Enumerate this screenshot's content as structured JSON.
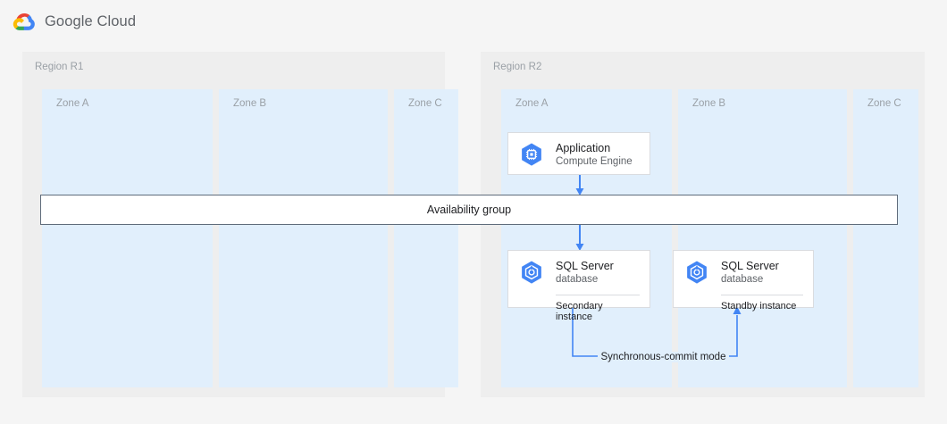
{
  "header": {
    "logo_icon": "google-cloud-logo-icon",
    "wordmark": "Google Cloud"
  },
  "colors": {
    "page_background": "#f5f5f5",
    "region_background": "#eeeeee",
    "zone_background": "#e1effc",
    "accent_blue": "#4285f4",
    "connector_blue": "#4285f4",
    "card_border": "#dadce0",
    "bar_border": "#5f6c7b",
    "label_gray": "#9aa0a6",
    "text_primary": "#202124",
    "text_secondary": "#5f6368"
  },
  "regions": [
    {
      "id": "r1",
      "label": "Region R1",
      "zones": [
        {
          "id": "r1-zone-a",
          "label": "Zone A"
        },
        {
          "id": "r1-zone-b",
          "label": "Zone B"
        },
        {
          "id": "r1-zone-c",
          "label": "Zone C"
        }
      ]
    },
    {
      "id": "r2",
      "label": "Region R2",
      "zones": [
        {
          "id": "r2-zone-a",
          "label": "Zone A"
        },
        {
          "id": "r2-zone-b",
          "label": "Zone B"
        },
        {
          "id": "r2-zone-c",
          "label": "Zone C"
        }
      ]
    }
  ],
  "availability_group": {
    "label": "Availability group"
  },
  "nodes": [
    {
      "id": "application",
      "icon": "compute-engine-icon",
      "title": "Application",
      "subtitle": "Compute Engine",
      "footer": null
    },
    {
      "id": "sql-secondary",
      "icon": "sql-server-database-icon",
      "title": "SQL Server",
      "subtitle": "database",
      "footer": "Secondary instance"
    },
    {
      "id": "sql-standby",
      "icon": "sql-server-database-icon",
      "title": "SQL Server",
      "subtitle": "database",
      "footer": "Standby instance"
    }
  ],
  "connectors": [
    {
      "id": "app-to-availability-group",
      "from": "application",
      "to": "availability-group",
      "direction": "down",
      "label": null
    },
    {
      "id": "availability-group-to-sql-secondary",
      "from": "availability-group",
      "to": "sql-secondary",
      "direction": "down",
      "label": null
    },
    {
      "id": "sql-secondary-to-sql-standby",
      "from": "sql-secondary",
      "to": "sql-standby",
      "direction": "up",
      "label": "Synchronous-commit mode"
    }
  ]
}
